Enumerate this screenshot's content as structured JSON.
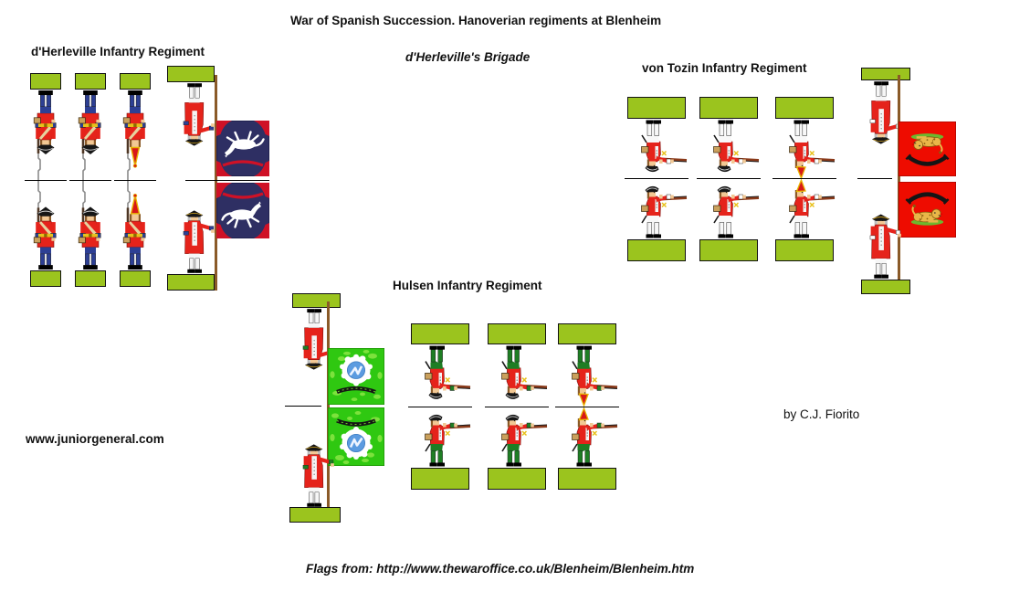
{
  "title": "War of Spanish Succession. Hanoverian regiments at Blenheim",
  "brigade_label": "d'Herleville's Brigade",
  "credits": {
    "website": "www.juniorgeneral.com",
    "author": "by C.J. Fiorito",
    "flags_source": "Flags from: http://www.thewaroffice.co.uk/Blenheim/Blenheim.htm"
  },
  "regiments": [
    {
      "name": "d'Herleville Infantry Regiment",
      "pose": "standing, shouldered musket",
      "musketeer_strips": 3,
      "includes_grenadier": true,
      "includes_ensign": true,
      "colors": {
        "facing": "#2d3f94",
        "breeches": "#2d3f94",
        "stockings": "#2d3f94"
      },
      "flag": {
        "field_color": "#2e2f63",
        "description": "dark blue field, white Hanoverian horse, red corner flames, red scroll"
      }
    },
    {
      "name": "von Tozin Infantry Regiment",
      "pose": "firing musket",
      "musketeer_strips": 3,
      "includes_grenadier": true,
      "includes_ensign": true,
      "colors": {
        "facing": "#ffffff",
        "breeches": "#f8f8f8",
        "stockings": "#f8f8f8"
      },
      "flag": {
        "field_color": "#ee0c00",
        "description": "red field, gold lion on green mound, black scroll above"
      }
    },
    {
      "name": "Hulsen Infantry Regiment",
      "pose": "firing musket",
      "musketeer_strips": 3,
      "includes_grenadier": true,
      "includes_ensign": true,
      "colors": {
        "facing": "#1e7e24",
        "breeches": "#1e7e24",
        "stockings": "#1e7e24"
      },
      "flag": {
        "field_color": "#2fc811",
        "description": "green mottled field, white splash with blue orb, black scroll"
      }
    }
  ],
  "colors": {
    "background": "#ffffff",
    "coat": "#e5231b",
    "skin": "#f2c894",
    "base_green": "#9bc41e",
    "pole_brown": "#8a5a28",
    "text": "#111111"
  }
}
